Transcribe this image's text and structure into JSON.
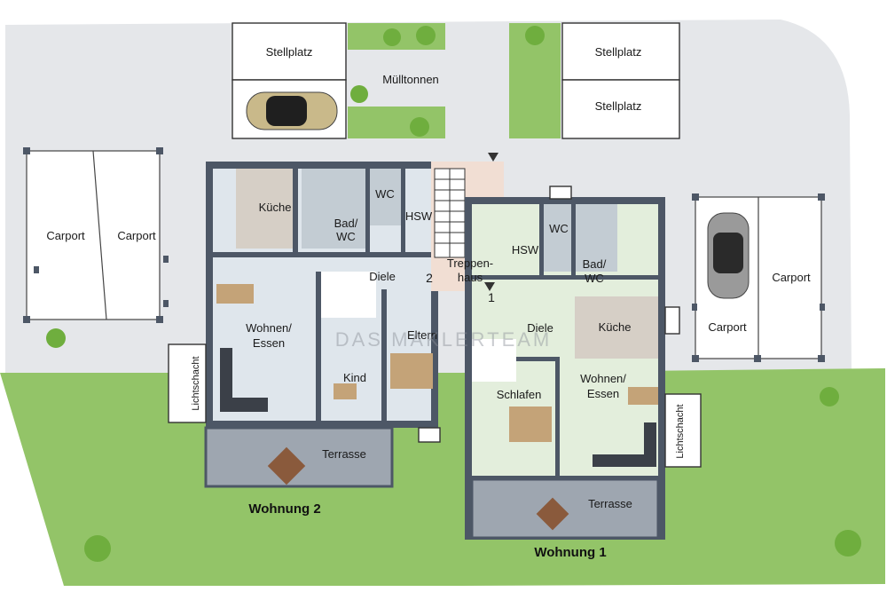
{
  "labels": {
    "stellplatz_1": "Stellplatz",
    "stellplatz_2": "Stellplatz",
    "stellplatz_3": "Stellplatz",
    "muelltonnen": "Mülltonnen",
    "carport_1": "Carport",
    "carport_2": "Carport",
    "carport_3": "Carport",
    "carport_4": "Carport",
    "kueche_w2": "Küche",
    "bad_w2_l1": "Bad/",
    "bad_w2_l2": "WC",
    "wc_w2": "WC",
    "hsw_w2": "HSW",
    "diele_w2": "Diele",
    "wohnen_w2_l1": "Wohnen/",
    "wohnen_w2_l2": "Essen",
    "kind": "Kind",
    "eltern": "Eltern",
    "terrasse_w2": "Terrasse",
    "lichtschacht_left": "Lichtschacht",
    "treppenhaus_l1": "Treppen-",
    "treppenhaus_l2": "haus",
    "entrance_2": "2",
    "entrance_1": "1",
    "hsw_w1": "HSW",
    "wc_w1": "WC",
    "bad_w1_l1": "Bad/",
    "bad_w1_l2": "WC",
    "diele_w1": "Diele",
    "kueche_w1": "Küche",
    "schlafen": "Schlafen",
    "wohnen_w1_l1": "Wohnen/",
    "wohnen_w1_l2": "Essen",
    "terrasse_w1": "Terrasse",
    "lichtschacht_right": "Lichtschacht",
    "wohnung_2": "Wohnung 2",
    "wohnung_1": "Wohnung 1"
  },
  "watermark": {
    "text": "DAS MAKLERTEAM"
  },
  "colors": {
    "lawn": "#93c468",
    "paving": "#e5e7ea",
    "wall": "#4d5766",
    "wohnung_2_floor": "#dfe6ec",
    "wohnung_1_floor": "#e3eedc",
    "stairwell": "#f1ded3"
  }
}
